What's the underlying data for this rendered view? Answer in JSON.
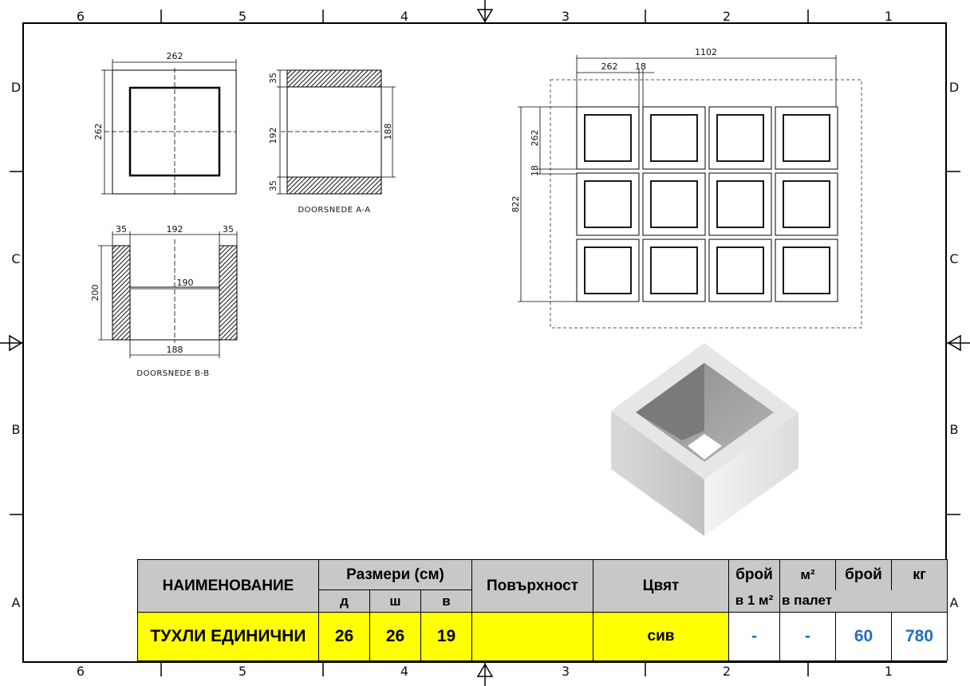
{
  "frame": {
    "col_labels": [
      "6",
      "5",
      "4",
      "3",
      "2",
      "1"
    ],
    "row_labels": [
      "D",
      "C",
      "B",
      "A"
    ]
  },
  "views": {
    "top_view": {
      "dim_width": "262",
      "dim_height": "262"
    },
    "section_aa": {
      "caption": "DOORSNEDE A-A",
      "dim_top": "35",
      "dim_mid": "192",
      "dim_bottom": "35",
      "dim_right": "188"
    },
    "section_bb": {
      "caption": "DOORSNEDE B-B",
      "dim_left": "35",
      "dim_mid": "192",
      "dim_right": "35",
      "dim_height": "200",
      "dim_inner": "190",
      "dim_bottom": "188"
    },
    "pallet": {
      "dim_total": "1102",
      "dim_unit": "262",
      "dim_gap": "18",
      "dim_height": "822",
      "dim_unit_v": "262",
      "dim_gap_v": "18"
    }
  },
  "title_block": {
    "col_name": "НАИМЕНОВАНИЕ",
    "col_dimensions": "Размери (см)",
    "col_d": "д",
    "col_w": "ш",
    "col_h": "в",
    "col_surface": "Повърхност",
    "col_color": "Цвят",
    "col_count": "брой",
    "col_count_sub": "в 1 м²",
    "col_m2": "м²",
    "col_pallet_sub": "в палет",
    "col_count2": "брой",
    "col_kg": "кг",
    "row": {
      "name": "ТУХЛИ ЕДИНИЧНИ",
      "d": "26",
      "w": "26",
      "h": "19",
      "surface": "",
      "color": "сив",
      "per_m2": "-",
      "m2_pallet": "-",
      "count_pallet": "60",
      "kg": "780"
    }
  }
}
